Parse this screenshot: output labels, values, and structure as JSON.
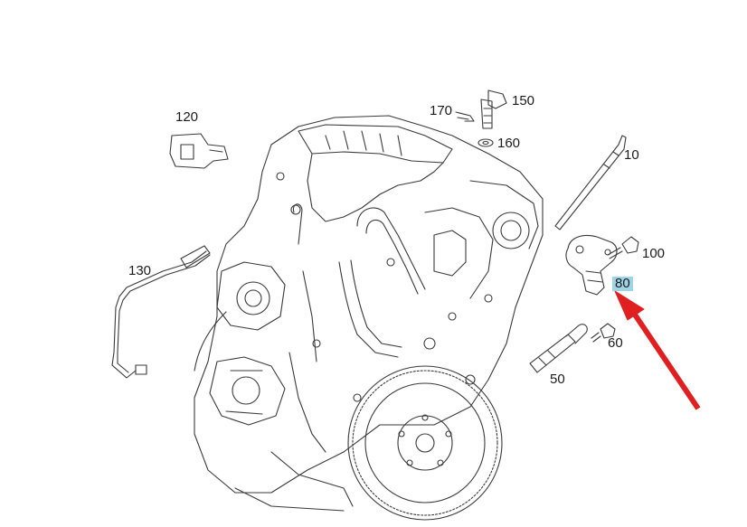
{
  "callouts": [
    {
      "id": "c10",
      "label": "10"
    },
    {
      "id": "c50",
      "label": "50"
    },
    {
      "id": "c60",
      "label": "60"
    },
    {
      "id": "c80",
      "label": "80",
      "highlighted": true
    },
    {
      "id": "c100",
      "label": "100"
    },
    {
      "id": "c120",
      "label": "120"
    },
    {
      "id": "c130",
      "label": "130"
    },
    {
      "id": "c150",
      "label": "150"
    },
    {
      "id": "c160",
      "label": "160"
    },
    {
      "id": "c170",
      "label": "170"
    }
  ],
  "colors": {
    "line": "#3a3a3a",
    "highlight": "#9fd4e6",
    "arrow": "#e02020"
  }
}
